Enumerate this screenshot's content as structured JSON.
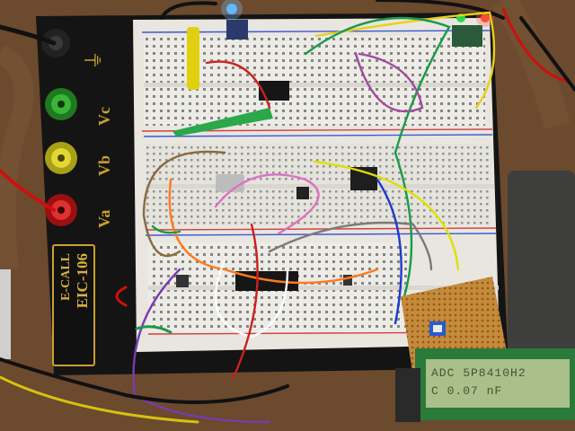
{
  "photo": {
    "subject": "breadboard-circuit",
    "colors": {
      "table": "#6a4a30",
      "base": "#141414",
      "board": "#e8e6df",
      "trim": "#c9a030",
      "pcb": "#c58a3a",
      "lcd": "#a9c08a"
    }
  },
  "base": {
    "brand": "E-CALL",
    "model": "EIC-106",
    "terminals": [
      {
        "label": "Vc",
        "color": "#2a9a2a"
      },
      {
        "label": "Vb",
        "color": "#c9c020"
      },
      {
        "label": "Va",
        "color": "#cc2020"
      }
    ]
  },
  "lcd": {
    "line1": "ADC 5P8410H2",
    "line2": "C 0.07 nF"
  }
}
